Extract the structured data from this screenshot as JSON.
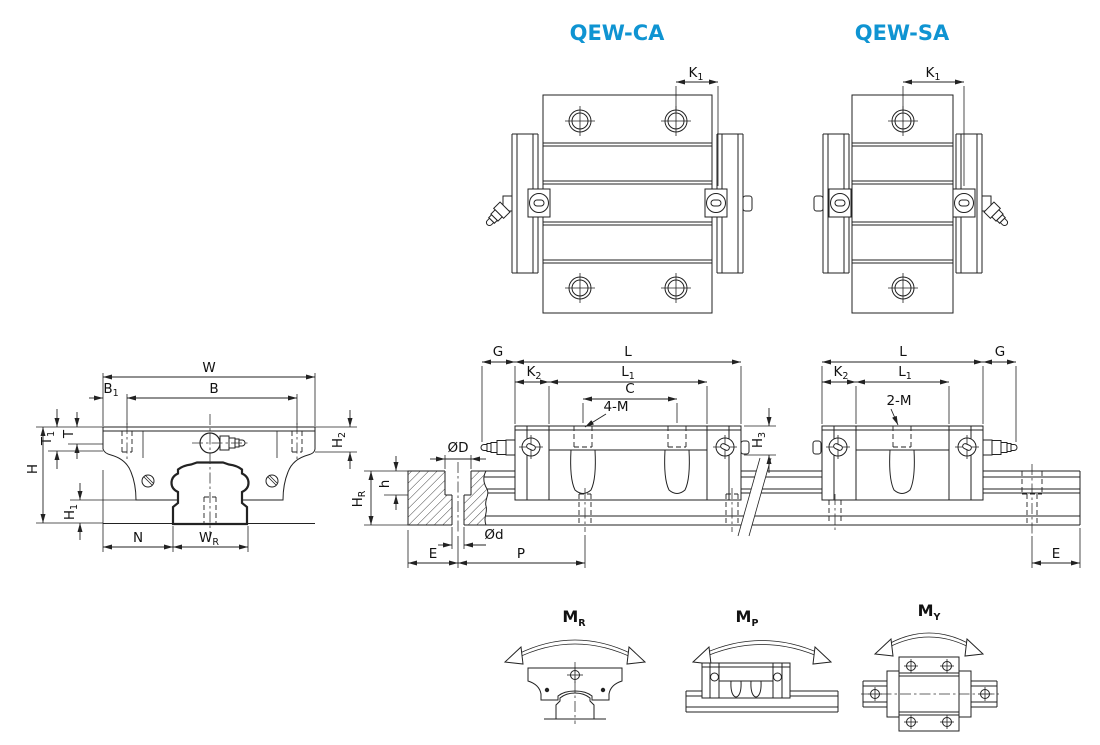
{
  "accent_color": "#0f94d2",
  "line_color": "#222222",
  "titles": {
    "ca": "QEW-CA",
    "sa": "QEW-SA"
  },
  "dims": {
    "K1": {
      "base": "K",
      "sub": "1"
    },
    "K2": {
      "base": "K",
      "sub": "2"
    },
    "L": {
      "base": "L"
    },
    "L1": {
      "base": "L",
      "sub": "1"
    },
    "C": {
      "base": "C"
    },
    "G": {
      "base": "G"
    },
    "M4": {
      "base": "4-M"
    },
    "M2": {
      "base": "2-M"
    },
    "H3": {
      "base": "H",
      "sub": "3"
    },
    "W": {
      "base": "W"
    },
    "B": {
      "base": "B"
    },
    "B1": {
      "base": "B",
      "sub": "1"
    },
    "T": {
      "base": "T"
    },
    "T1": {
      "base": "T",
      "sub": "1"
    },
    "H": {
      "base": "H"
    },
    "H1": {
      "base": "H",
      "sub": "1"
    },
    "H2": {
      "base": "H",
      "sub": "2"
    },
    "N": {
      "base": "N"
    },
    "WR": {
      "base": "W",
      "sub": "R"
    },
    "OD": {
      "base": "ØD"
    },
    "Od": {
      "base": "Ød"
    },
    "h": {
      "base": "h"
    },
    "HR": {
      "base": "H",
      "sub": "R"
    },
    "E": {
      "base": "E"
    },
    "P": {
      "base": "P"
    }
  },
  "moments": {
    "MR": {
      "base": "M",
      "sub": "R"
    },
    "MP": {
      "base": "M",
      "sub": "P"
    },
    "MY": {
      "base": "M",
      "sub": "Y"
    }
  }
}
